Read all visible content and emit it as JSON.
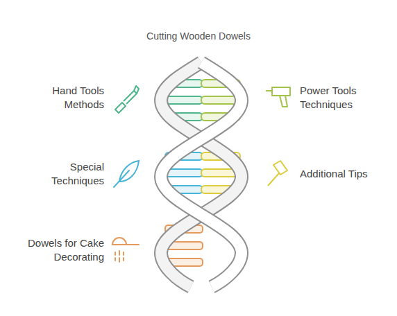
{
  "diagram": {
    "title": "Cutting Wooden Dowels",
    "labels": [
      "Hand Tools Methods",
      "Power Tools Techniques",
      "Special Techniques",
      "Additional Tips",
      "Dowels for Cake Decorating"
    ]
  }
}
